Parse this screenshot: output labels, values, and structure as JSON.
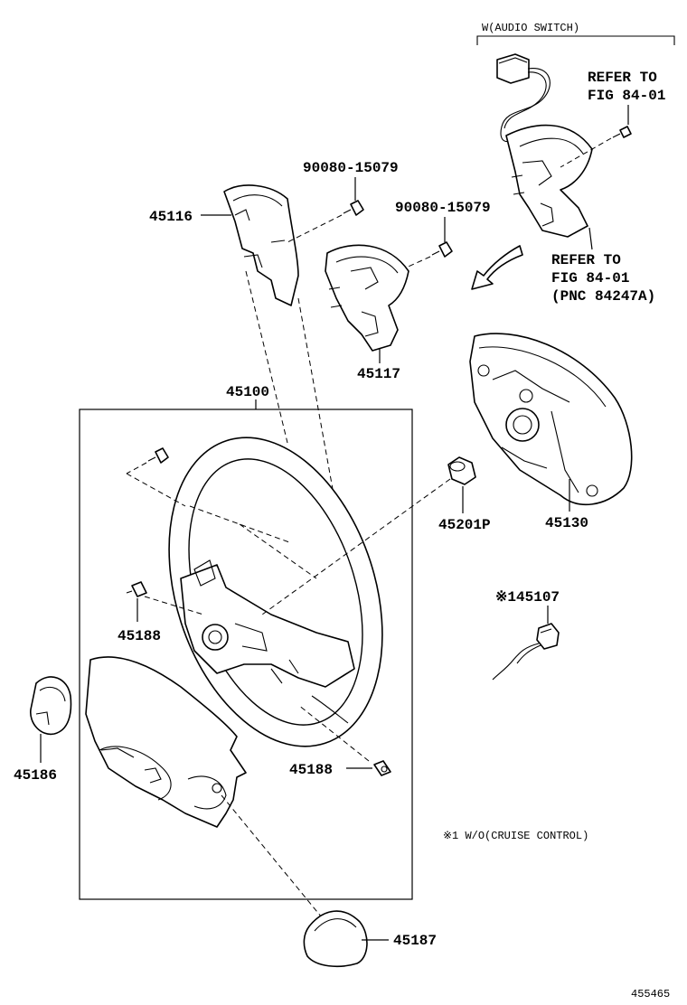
{
  "labels": {
    "audio_switch": "W(AUDIO SWITCH)",
    "refer_top_1": "REFER TO",
    "refer_top_2": "FIG 84-01",
    "refer_mid_1": "REFER TO",
    "refer_mid_2": "FIG 84-01",
    "refer_mid_3": "(PNC 84247A)",
    "bolt_left": "90080-15079",
    "bolt_right": "90080-15079",
    "p45116": "45116",
    "p45117": "45117",
    "p45100": "45100",
    "p45130": "45130",
    "p45201p": "45201P",
    "p45107": "※145107",
    "p45188_left": "45188",
    "p45188_right": "45188",
    "p45186": "45186",
    "p45187": "45187",
    "footnote": "※1 W/O(CRUISE CONTROL)",
    "figure_no": "455465"
  }
}
